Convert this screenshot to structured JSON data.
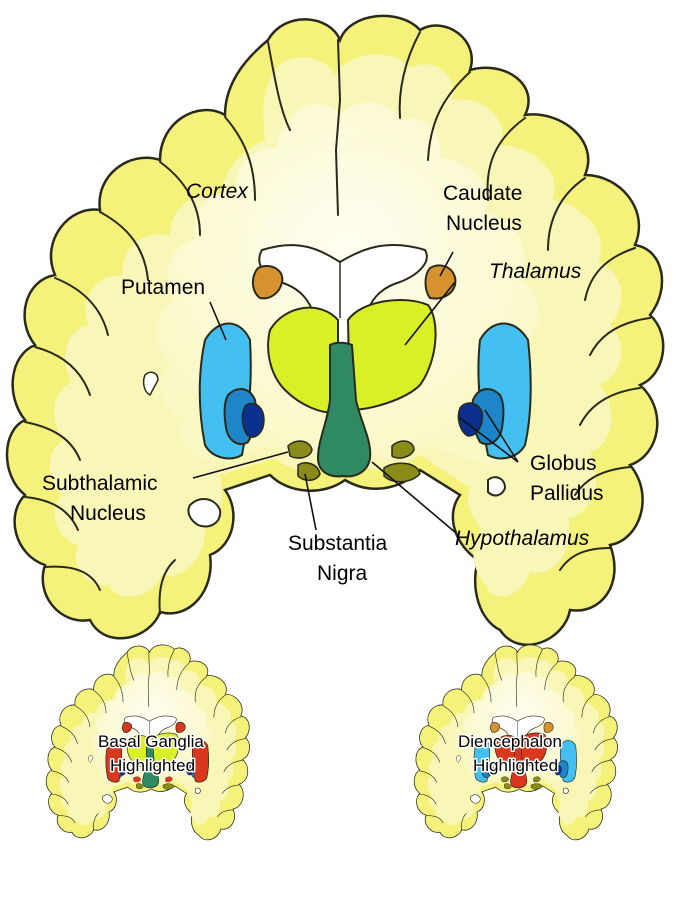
{
  "colors": {
    "cortex_outer": "#f4f27a",
    "cortex_inner": "#f9f7b8",
    "white_matter": "#fdfcd6",
    "outline": "#2a2a1a",
    "ventricle": "#ffffff",
    "caudate": "#d6922e",
    "thalamus": "#d9f027",
    "putamen": "#44bff2",
    "globus_pallidus_ext": "#1e85c9",
    "globus_pallidus_int": "#0b2f8c",
    "midline": "#2f8a63",
    "subthalamic": "#8b8b1a",
    "highlight_red": "#d9381e"
  },
  "main_labels": {
    "cortex": "Cortex",
    "caudate_line1": "Caudate",
    "caudate_line2": "Nucleus",
    "putamen": "Putamen",
    "thalamus": "Thalamus",
    "globus_line1": "Globus",
    "globus_line2": "Pallidus",
    "subthalamic_line1": "Subthalamic",
    "subthalamic_line2": "Nucleus",
    "substantia_line1": "Substantia",
    "substantia_line2": "Nigra",
    "hypothalamus": "Hypothalamus"
  },
  "thumbnails": [
    {
      "line1": "Basal Ganglia",
      "line2": "Highlighted"
    },
    {
      "line1": "Diencephalon",
      "line2": "Highlighted"
    }
  ]
}
